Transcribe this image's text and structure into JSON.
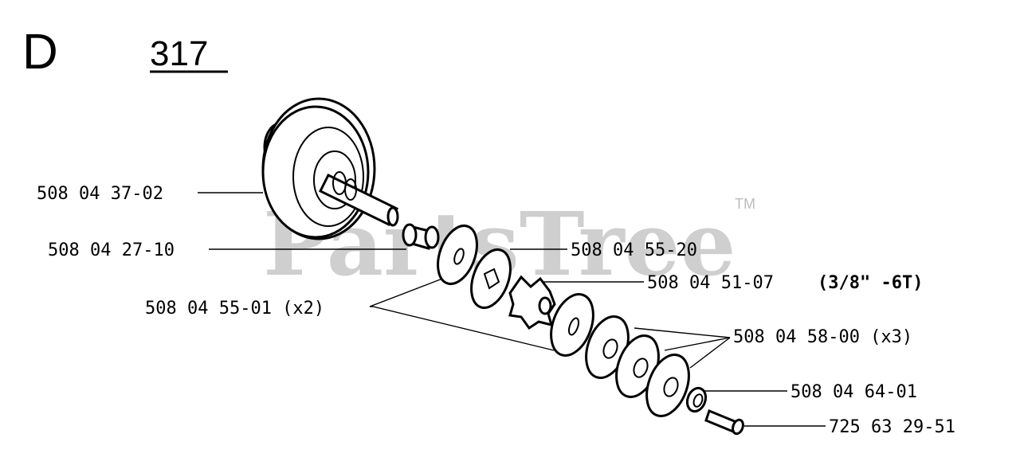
{
  "header": {
    "section_letter": "D",
    "page_number": "317"
  },
  "watermark": {
    "text": "PartsTree",
    "trademark": "TM"
  },
  "parts": [
    {
      "part_number": "508 04 37-02",
      "note": ""
    },
    {
      "part_number": "508 04 27-10",
      "note": ""
    },
    {
      "part_number": "508 04 55-20",
      "note": ""
    },
    {
      "part_number": "508 04 51-07",
      "note": "(3/8\" -6T)"
    },
    {
      "part_number": "508 04 55-01 (x2)",
      "note": ""
    },
    {
      "part_number": "508 04 58-00 (x3)",
      "note": ""
    },
    {
      "part_number": "508 04 64-01",
      "note": ""
    },
    {
      "part_number": "725 63 29-51",
      "note": ""
    }
  ]
}
